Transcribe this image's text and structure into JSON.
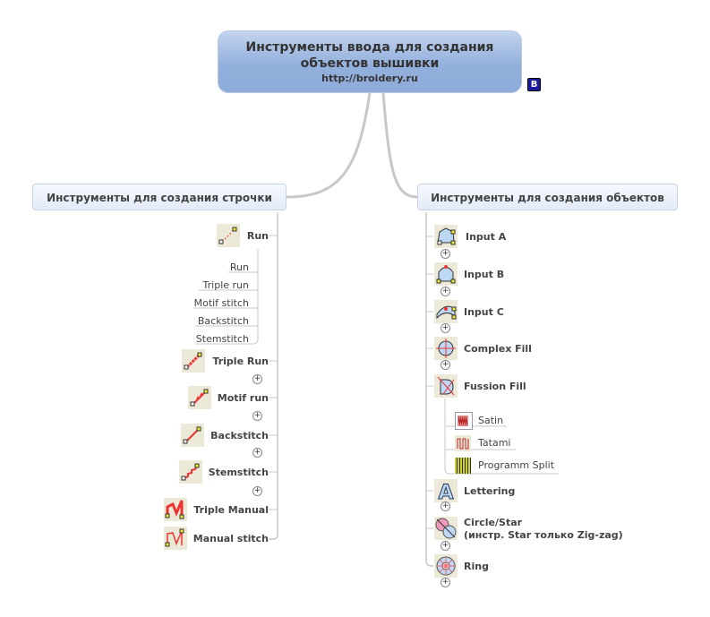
{
  "root": {
    "title": "Инструменты ввода для создания объектов вышивки",
    "url": "http://broidery.ru",
    "badge": "B"
  },
  "left": {
    "title": "Инструменты для создания строчки",
    "items": [
      {
        "label": "Run"
      },
      {
        "label": "Triple Run"
      },
      {
        "label": "Motif run"
      },
      {
        "label": "Backstitch"
      },
      {
        "label": "Stemstitch"
      },
      {
        "label": "Triple Manual"
      },
      {
        "label": "Manual stitch"
      }
    ],
    "run_children": [
      "Run",
      "Triple run",
      "Motif stitch",
      "Backstitch",
      "Stemstitch"
    ]
  },
  "right": {
    "title": "Инструменты для создания объектов",
    "items": [
      {
        "label": "Input A"
      },
      {
        "label": "Input B"
      },
      {
        "label": "Input C"
      },
      {
        "label": "Complex Fill"
      },
      {
        "label": "Fussion Fill"
      },
      {
        "label": "Lettering"
      },
      {
        "label": "Circle/Star"
      },
      {
        "label": "Ring"
      }
    ],
    "circle_note": "(инстр. Star только Zig-zag)",
    "fusion_children": [
      "Satin",
      "Tatami",
      "Programm Split"
    ]
  },
  "expand_symbol": "+",
  "colors": {
    "line": "#c8c8c8",
    "root": "#93b0dc",
    "branch": "#e3ebf8"
  }
}
